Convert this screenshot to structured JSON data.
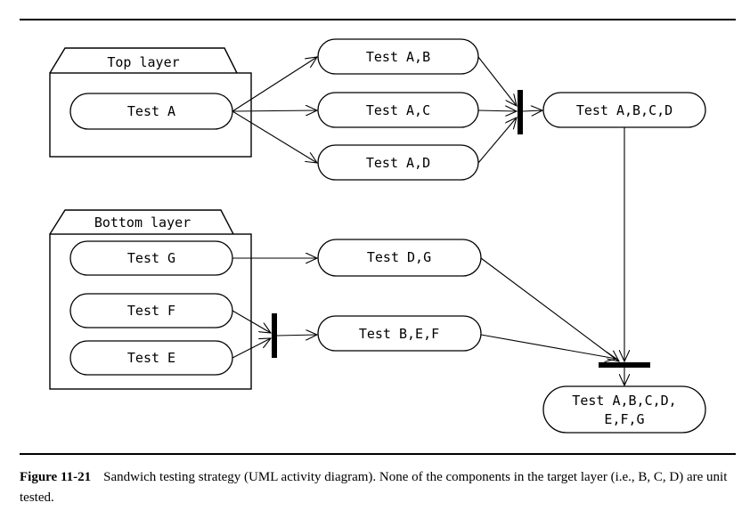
{
  "packages": {
    "top": {
      "title": "Top layer"
    },
    "bottom": {
      "title": "Bottom layer"
    }
  },
  "activities": {
    "test_a": "Test A",
    "test_ab": "Test A,B",
    "test_ac": "Test A,C",
    "test_ad": "Test A,D",
    "test_abcd": "Test A,B,C,D",
    "test_g": "Test G",
    "test_f": "Test F",
    "test_e": "Test E",
    "test_dg": "Test D,G",
    "test_bef": "Test B,E,F",
    "test_all_line1": "Test A,B,C,D,",
    "test_all_line2": "E,F,G"
  },
  "caption": {
    "label": "Figure 11-21",
    "text": "Sandwich testing strategy (UML activity diagram). None of the components in the target layer (i.e., B, C, D) are unit tested."
  }
}
